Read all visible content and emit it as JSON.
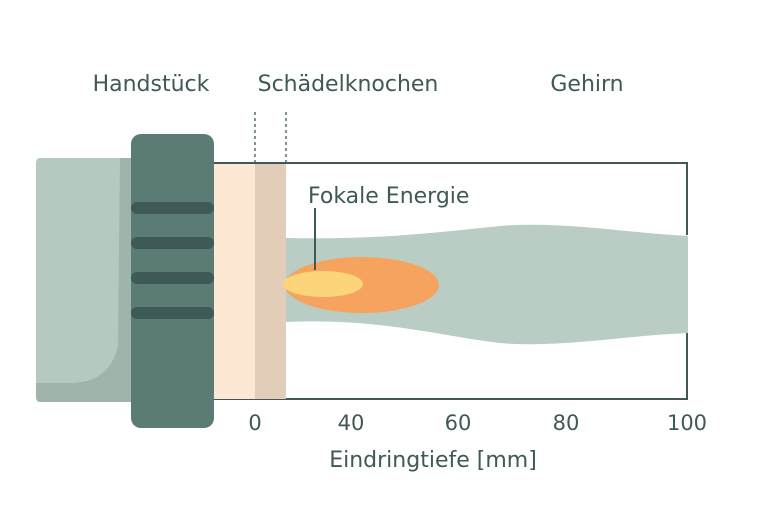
{
  "labels": {
    "handpiece": "Handstück",
    "skull": "Schädelknochen",
    "brain": "Gehirn",
    "focal": "Fokale Energie"
  },
  "axis": {
    "title": "Eindringtiefe [mm]",
    "ticks": [
      "0",
      "40",
      "60",
      "80",
      "100"
    ]
  },
  "colors": {
    "text": "#3f5a56",
    "handpiece_body": "#b5c9c0",
    "handpiece_shadow": "#9fb5ab",
    "collar": "#5b7c75",
    "collar_grooves": "#3f5a56",
    "coupling_layer": "#fde8d4",
    "skull_layer": "#e2cdb8",
    "beam": "#b9cdc4",
    "focus_outer": "#f5a35e",
    "focus_inner": "#fcd57a",
    "frame_line": "#3f5a56"
  }
}
